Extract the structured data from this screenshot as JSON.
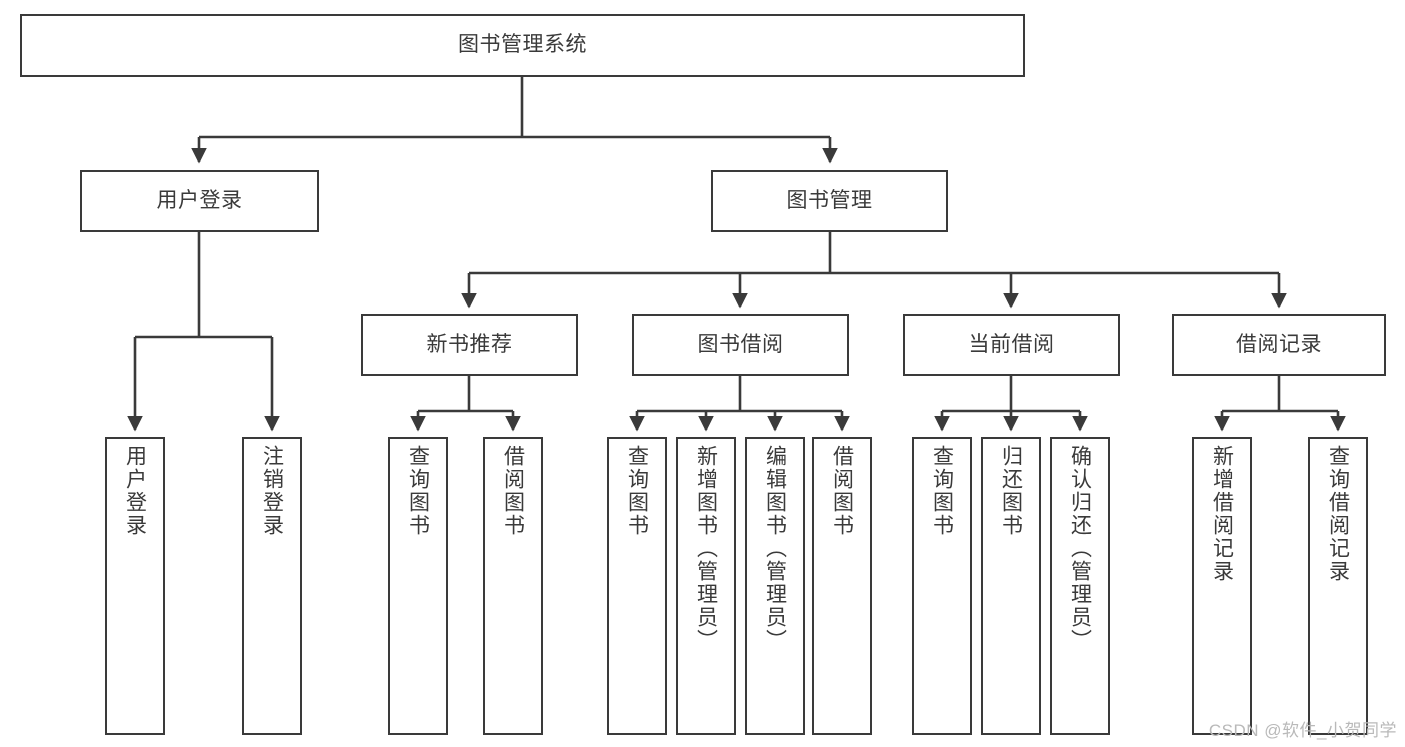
{
  "diagram": {
    "type": "tree-hierarchy",
    "title": "图书管理系统",
    "root": {
      "id": "root",
      "label": "图书管理系统",
      "orientation": "horizontal"
    },
    "level2": [
      {
        "id": "user-login",
        "label": "用户登录",
        "orientation": "horizontal"
      },
      {
        "id": "book-manage",
        "label": "图书管理",
        "orientation": "horizontal"
      }
    ],
    "level3": [
      {
        "id": "new-book-recommend",
        "label": "新书推荐",
        "orientation": "horizontal",
        "parent": "book-manage"
      },
      {
        "id": "book-borrow",
        "label": "图书借阅",
        "orientation": "horizontal",
        "parent": "book-manage"
      },
      {
        "id": "current-borrow",
        "label": "当前借阅",
        "orientation": "horizontal",
        "parent": "book-manage"
      },
      {
        "id": "borrow-record",
        "label": "借阅记录",
        "orientation": "horizontal",
        "parent": "book-manage"
      }
    ],
    "leaves": [
      {
        "id": "leaf-user-login",
        "label": "用户登录",
        "orientation": "vertical",
        "parent": "user-login"
      },
      {
        "id": "leaf-logout-login",
        "label": "注销登录",
        "orientation": "vertical",
        "parent": "user-login"
      },
      {
        "id": "leaf-query-book-1",
        "label": "查询图书",
        "orientation": "vertical",
        "parent": "new-book-recommend"
      },
      {
        "id": "leaf-borrow-book-1",
        "label": "借阅图书",
        "orientation": "vertical",
        "parent": "new-book-recommend"
      },
      {
        "id": "leaf-query-book-2",
        "label": "查询图书",
        "orientation": "vertical",
        "parent": "book-borrow"
      },
      {
        "id": "leaf-add-book",
        "label": "新增图书（管理员）",
        "orientation": "vertical",
        "parent": "book-borrow"
      },
      {
        "id": "leaf-edit-book",
        "label": "编辑图书（管理员）",
        "orientation": "vertical",
        "parent": "book-borrow"
      },
      {
        "id": "leaf-borrow-book-2",
        "label": "借阅图书",
        "orientation": "vertical",
        "parent": "book-borrow"
      },
      {
        "id": "leaf-query-book-3",
        "label": "查询图书",
        "orientation": "vertical",
        "parent": "current-borrow"
      },
      {
        "id": "leaf-return-book",
        "label": "归还图书",
        "orientation": "vertical",
        "parent": "current-borrow"
      },
      {
        "id": "leaf-confirm-return",
        "label": "确认归还（管理员）",
        "orientation": "vertical",
        "parent": "current-borrow"
      },
      {
        "id": "leaf-add-borrow-record",
        "label": "新增借阅记录",
        "orientation": "vertical",
        "parent": "borrow-record"
      },
      {
        "id": "leaf-query-borrow-record",
        "label": "查询借阅记录",
        "orientation": "vertical",
        "parent": "borrow-record"
      }
    ]
  },
  "watermark": {
    "text": "CSDN @软件_小贺同学"
  },
  "colors": {
    "stroke": "#3a3a3a",
    "background": "#ffffff",
    "watermark": "#b9b9b9"
  }
}
